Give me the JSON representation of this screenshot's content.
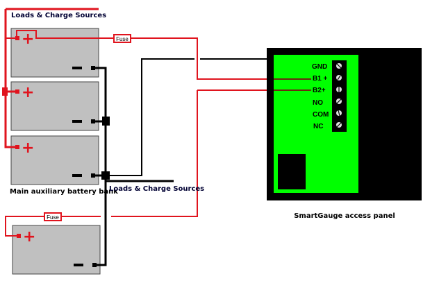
{
  "labels": {
    "top_loads": "Loads & Charge Sources",
    "mid_loads": "Loads & Charge Sources",
    "bank": "Main auxiliary battery bank",
    "panel_caption": "SmartGauge access panel"
  },
  "fuses": [
    "Fuse",
    "Fuse"
  ],
  "batteries": [
    {
      "plus": "+",
      "minus": "−"
    },
    {
      "plus": "+",
      "minus": "−"
    },
    {
      "plus": "+",
      "minus": "−"
    },
    {
      "plus": "+",
      "minus": "−"
    }
  ],
  "terminals": [
    "GND",
    "B1 +",
    "B2+",
    "NO",
    "COM",
    "NC"
  ],
  "colors": {
    "positive_wire": "#e0141e",
    "negative_wire": "#000000",
    "battery_fill": "#c0c0c0",
    "panel_green": "#00ff00",
    "sense_wire": "#6b2a10"
  }
}
